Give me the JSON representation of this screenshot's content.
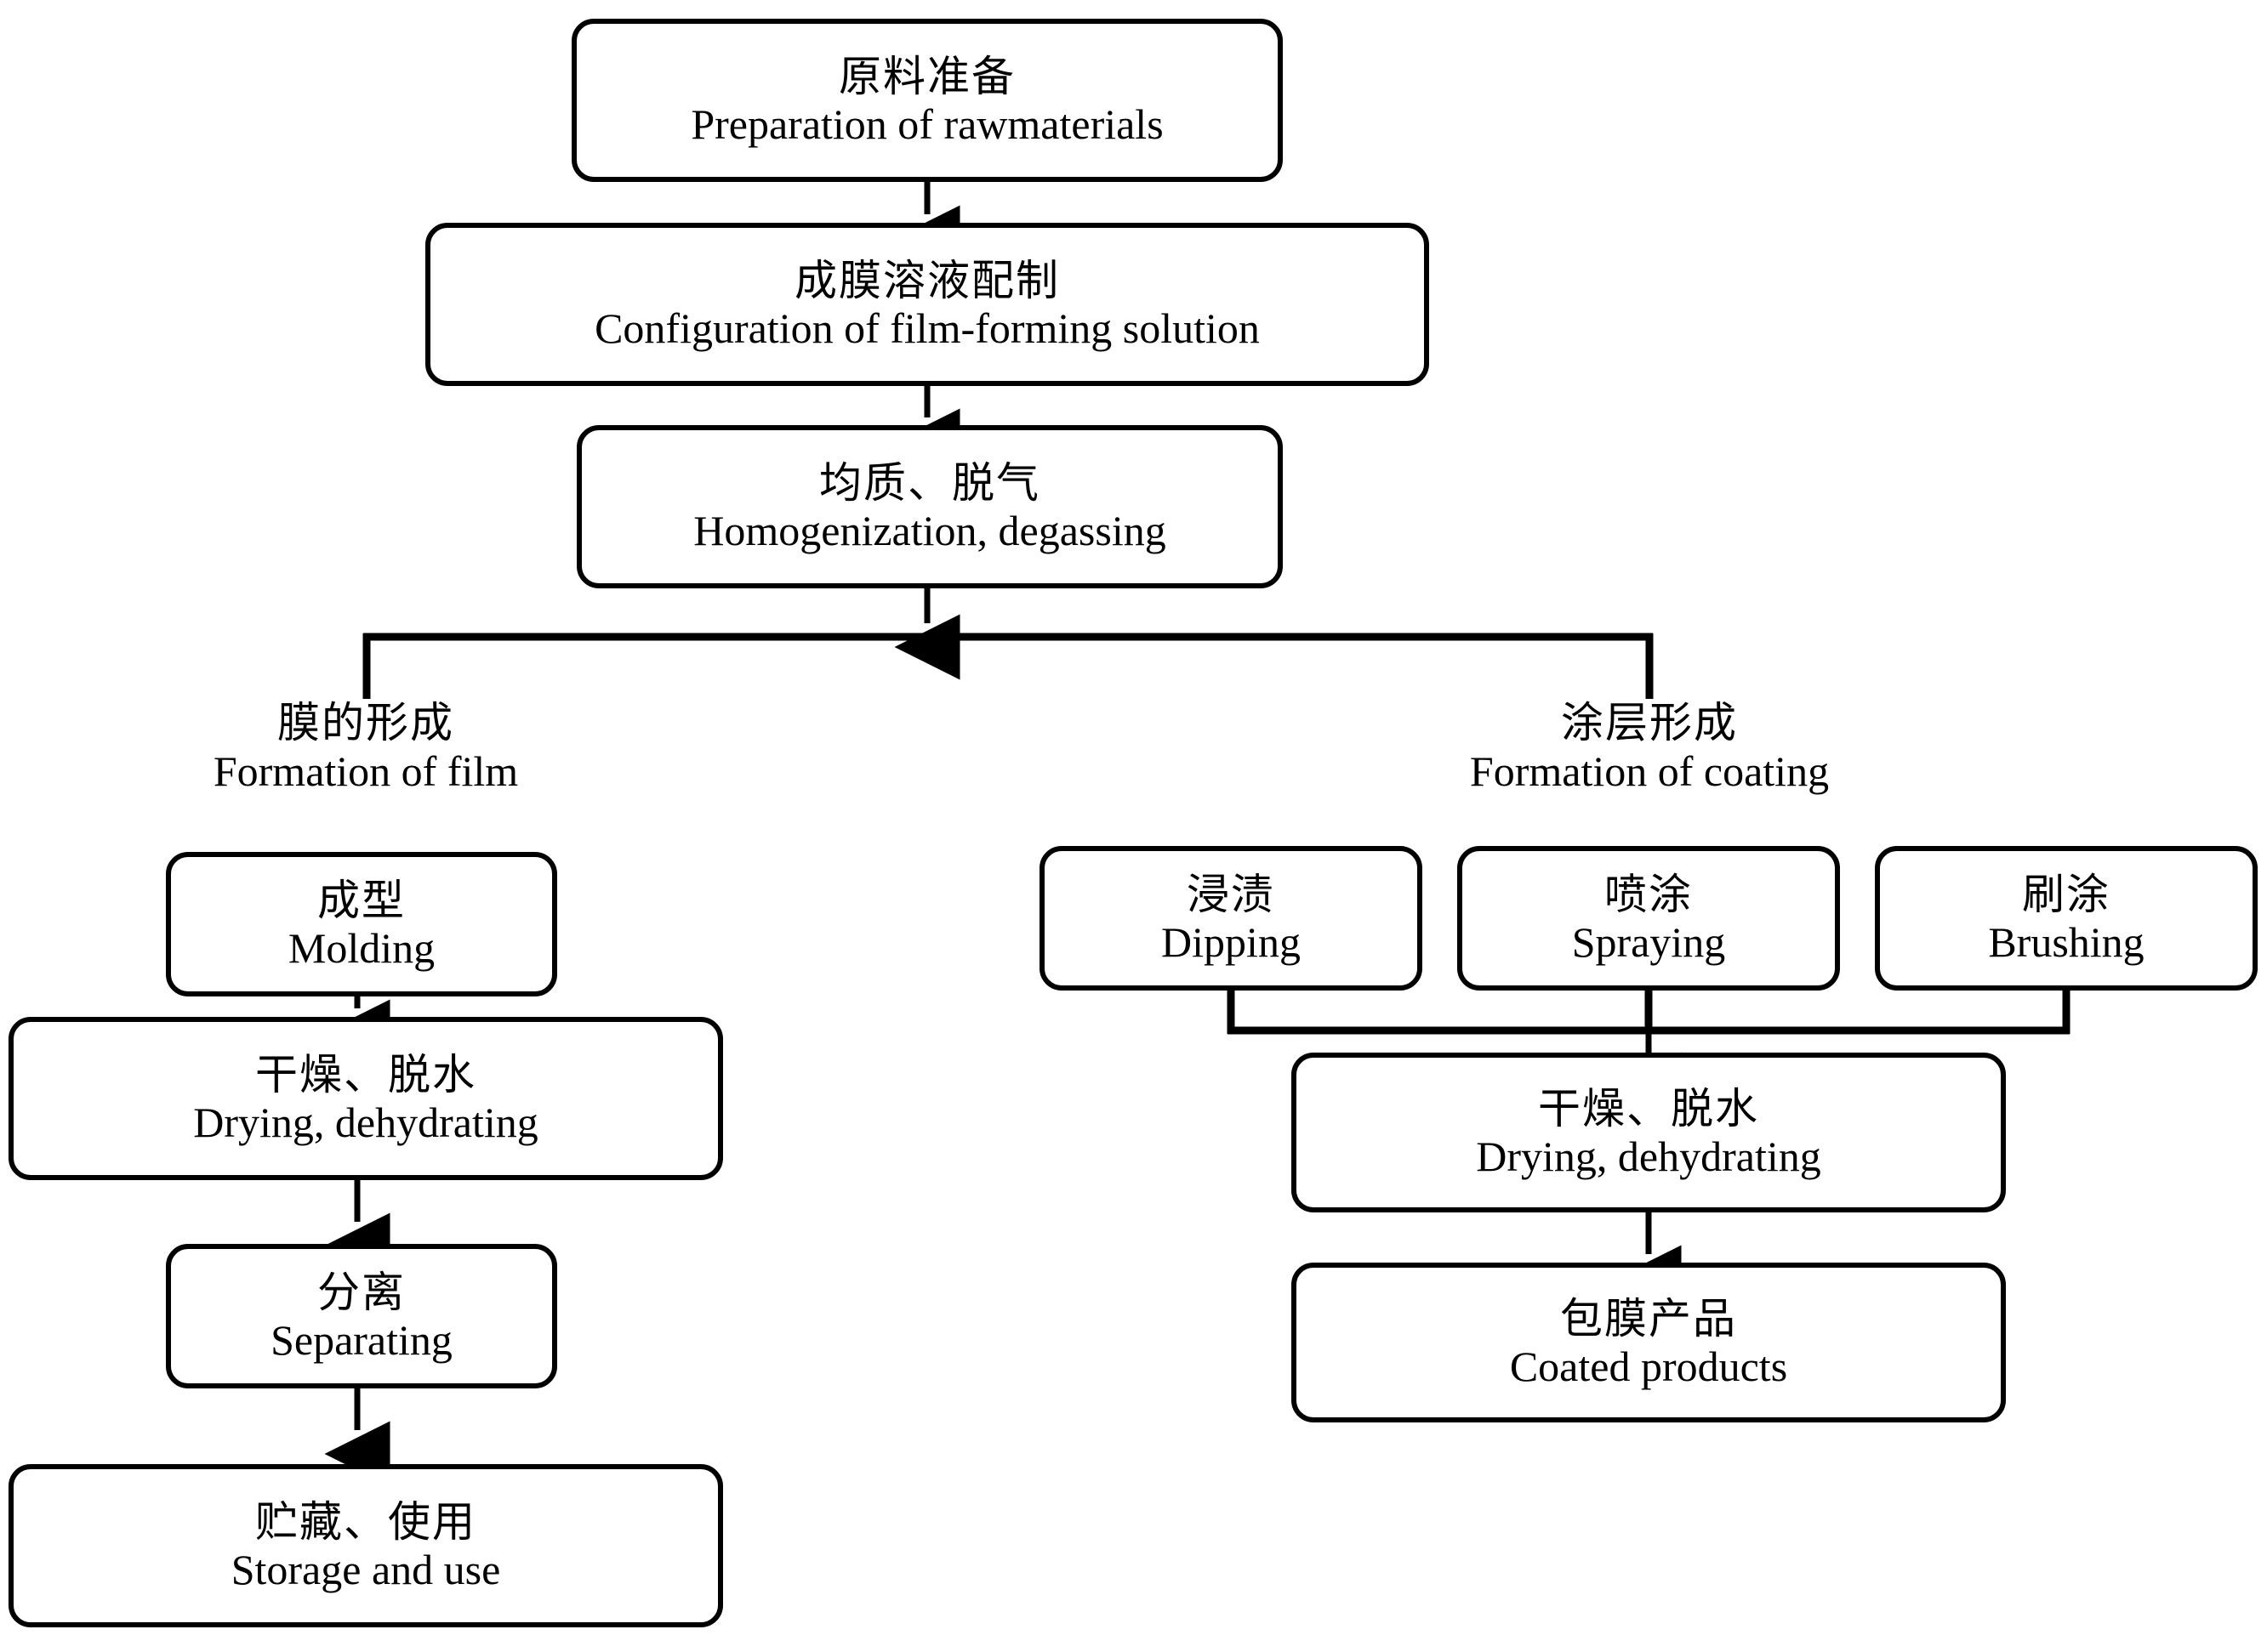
{
  "diagram": {
    "title_cn": "",
    "colors": {
      "stroke": "#000000",
      "background": "#ffffff",
      "text": "#000000"
    },
    "nodes": {
      "raw_materials": {
        "cn": "原料准备",
        "en": "Preparation of rawmaterials"
      },
      "film_solution": {
        "cn": "成膜溶液配制",
        "en": "Configuration of film-forming solution"
      },
      "homogenization": {
        "cn": "均质、脱气",
        "en": "Homogenization, degassing"
      },
      "molding": {
        "cn": "成型",
        "en": "Molding"
      },
      "drying_left": {
        "cn": "干燥、脱水",
        "en": "Drying, dehydrating"
      },
      "separating": {
        "cn": "分离",
        "en": "Separating"
      },
      "storage": {
        "cn": "贮藏、使用",
        "en": "Storage and use"
      },
      "dipping": {
        "cn": "浸渍",
        "en": "Dipping"
      },
      "spraying": {
        "cn": "喷涂",
        "en": "Spraying"
      },
      "brushing": {
        "cn": "刷涂",
        "en": "Brushing"
      },
      "drying_right": {
        "cn": "干燥、脱水",
        "en": "Drying, dehydrating"
      },
      "coated_products": {
        "cn": "包膜产品",
        "en": "Coated products"
      }
    },
    "branch_labels": {
      "film": {
        "cn": "膜的形成",
        "en": "Formation of film"
      },
      "coating": {
        "cn": "涂层形成",
        "en": "Formation of coating"
      }
    }
  }
}
